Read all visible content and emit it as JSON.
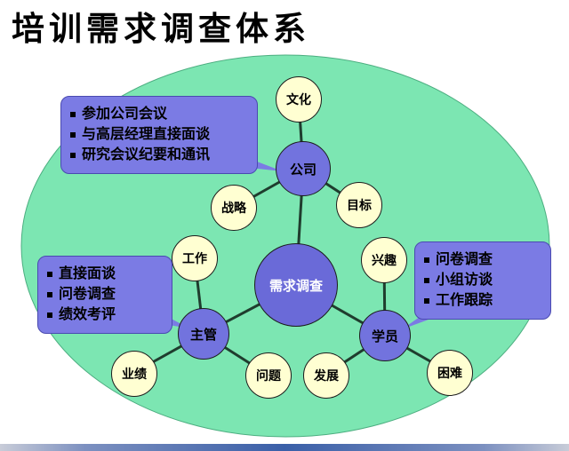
{
  "title": "培训需求调查体系",
  "center": {
    "label": "需求调查"
  },
  "nodes": [
    {
      "id": "company",
      "label": "公司",
      "satellites": [
        {
          "label": "文化"
        },
        {
          "label": "战略"
        },
        {
          "label": "目标"
        }
      ],
      "callout": {
        "items": [
          "参加公司会议",
          "与高层经理直接面谈",
          "研究会议纪要和通讯"
        ]
      }
    },
    {
      "id": "supervisor",
      "label": "主管",
      "satellites": [
        {
          "label": "工作"
        },
        {
          "label": "业绩"
        },
        {
          "label": "问题"
        }
      ],
      "callout": {
        "items": [
          "直接面谈",
          "问卷调查",
          "绩效考评"
        ]
      }
    },
    {
      "id": "student",
      "label": "学员",
      "satellites": [
        {
          "label": "兴趣"
        },
        {
          "label": "发展"
        },
        {
          "label": "困难"
        }
      ],
      "callout": {
        "items": [
          "问卷调查",
          "小组访谈",
          "工作跟踪"
        ]
      }
    }
  ],
  "colors": {
    "ellipse_fill": "#7ce6b2",
    "node_fill": "#7273de",
    "center_fill": "#6a6ad8",
    "satellite_fill": "#ffffd2",
    "callout_fill": "#7b7be4",
    "connector": "#1f3d2e",
    "center_text": "#ffffff",
    "text": "#000000"
  }
}
